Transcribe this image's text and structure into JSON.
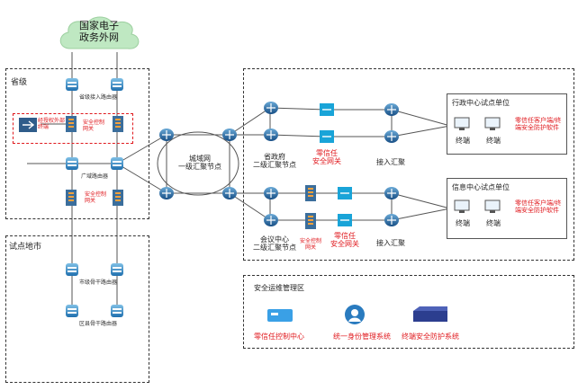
{
  "cloud": {
    "line1": "国家电子",
    "line2": "政务外网"
  },
  "province": {
    "title": "省级",
    "access_switch": "省级接入路由器",
    "security_gw_left_label": "经授权外部\n终端",
    "security_ctrl_gateway": "安全控制\n网关",
    "gz_switch": "广域路由器",
    "security_ctrl_gateway2": "安全控制\n网关"
  },
  "city": {
    "title": "试点地市",
    "city_switch": "市级骨干路由器",
    "county_switch": "区县骨干路由器"
  },
  "core": {
    "line1": "城域网",
    "line2": "一级汇聚节点"
  },
  "right_top": {
    "gov_node": "省政府\n二级汇聚节点",
    "zt_gateway": "零信任\n安全网关",
    "access_agg": "接入汇聚",
    "unit_title": "行政中心试点单位",
    "terminal1": "终端",
    "terminal2": "终端",
    "software": "零信任客户端/终\n端安全防护软件"
  },
  "right_bottom": {
    "meeting_node": "会议中心\n二级汇聚节点",
    "sec_ctrl_gw": "安全控制\n网关",
    "zt_gateway": "零信任\n安全网关",
    "access_agg": "接入汇聚",
    "unit_title": "信息中心试点单位",
    "terminal1": "终端",
    "terminal2": "终端",
    "software": "零信任客户端/终\n端安全防护软件"
  },
  "ops": {
    "title": "安全运维管理区",
    "item1": "零信任控制中心",
    "item2": "统一身份管理系统",
    "item3": "终端安全防护系统"
  }
}
